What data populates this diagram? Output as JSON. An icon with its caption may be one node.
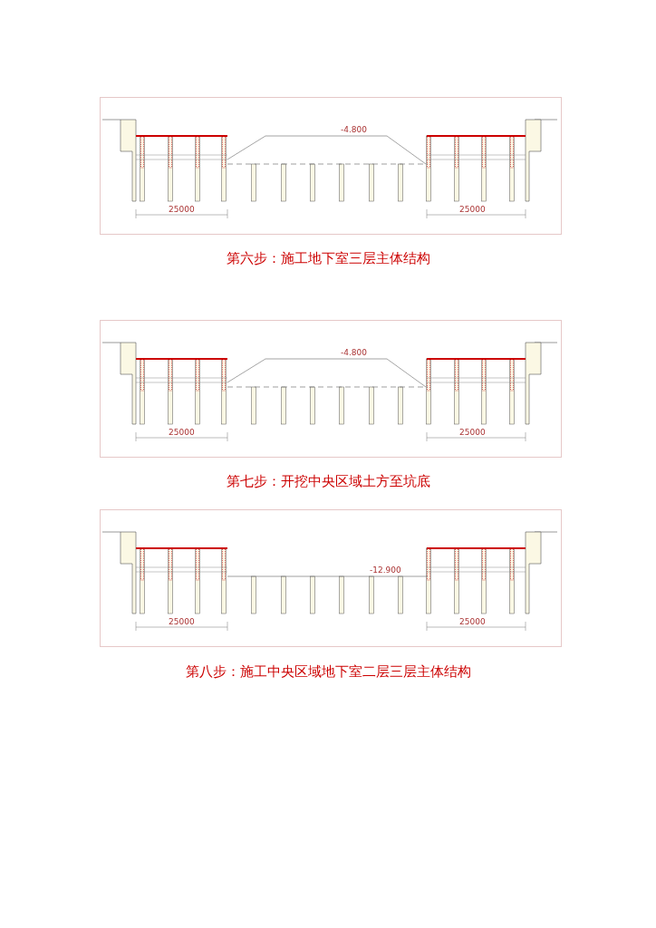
{
  "diagram": {
    "labels": [
      "-4.800",
      "25000",
      "25000",
      "第六步：施工地下室三层主体结构",
      "-4.800",
      "25000",
      "25000",
      "第七步：开挖中央区域土方至坑底",
      "-12.900",
      "25000",
      "25000",
      "第八步：施工中央区域地下室二层三层主体结构"
    ]
  }
}
